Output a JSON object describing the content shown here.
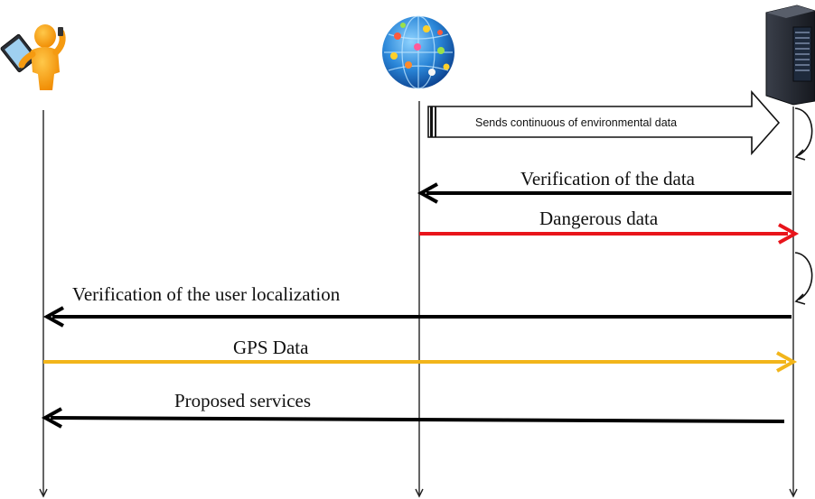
{
  "actors": [
    {
      "name": "user",
      "icon": "person-with-tablet-icon"
    },
    {
      "name": "sensor-network",
      "icon": "globe-network-icon"
    },
    {
      "name": "server",
      "icon": "server-tower-icon"
    }
  ],
  "messages": [
    {
      "label": "Sends continuous  of environmental data",
      "from": "sensor-network",
      "to": "server",
      "style": "block-arrow",
      "color": "#000000"
    },
    {
      "label": "Verification of the data",
      "from": "server",
      "to": "sensor-network",
      "color": "#000000"
    },
    {
      "label": "Dangerous data",
      "from": "sensor-network",
      "to": "server",
      "color": "#e8141b"
    },
    {
      "label": "Verification of the user localization",
      "from": "server",
      "to": "user",
      "color": "#000000"
    },
    {
      "label": "GPS Data",
      "from": "user",
      "to": "server",
      "color": "#f2b51b"
    },
    {
      "label": "Proposed services",
      "from": "server",
      "to": "user",
      "color": "#000000"
    }
  ]
}
